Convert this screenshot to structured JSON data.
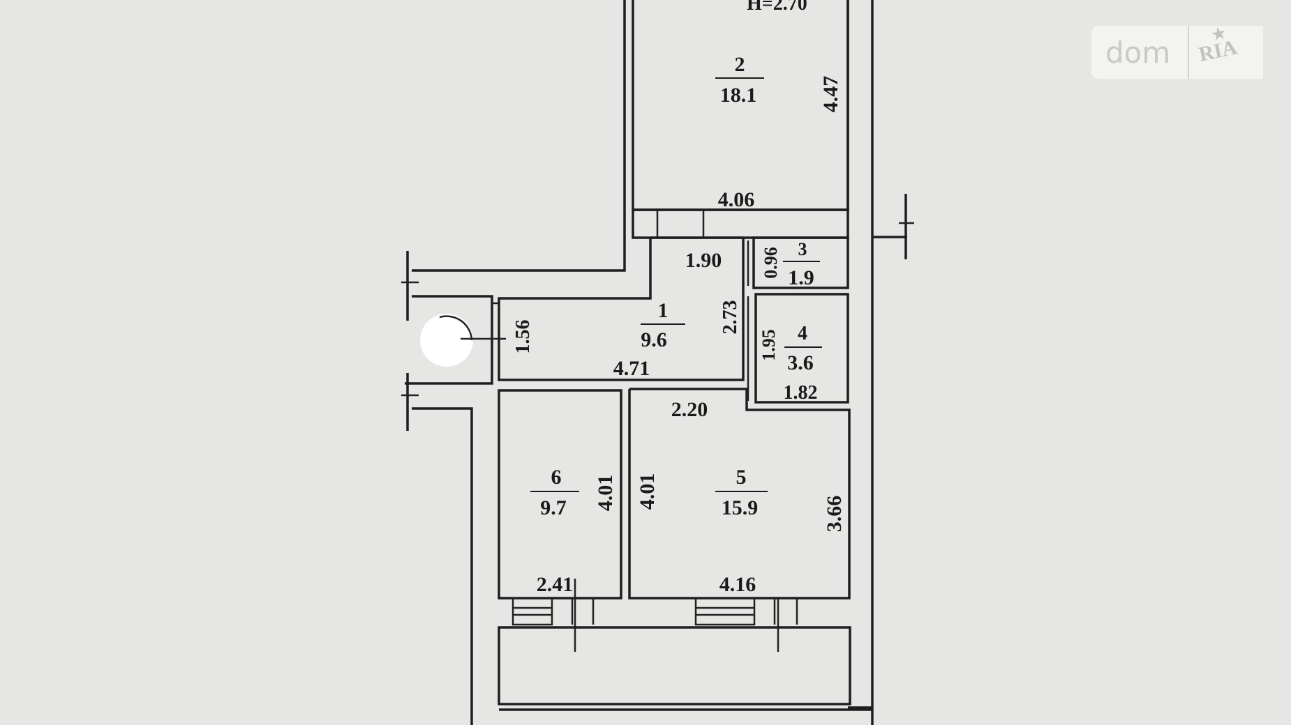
{
  "plan": {
    "ceiling_height": "H=2.70",
    "rooms": [
      {
        "number": "1",
        "area": "9.6",
        "dims": [
          "1.90",
          "2.73",
          "4.71",
          "1.56"
        ]
      },
      {
        "number": "2",
        "area": "18.1",
        "dims": [
          "4.47",
          "4.06"
        ]
      },
      {
        "number": "3",
        "area": "1.9",
        "dims": [
          "0.96"
        ]
      },
      {
        "number": "4",
        "area": "3.6",
        "dims": [
          "1.95",
          "1.82"
        ]
      },
      {
        "number": "5",
        "area": "15.9",
        "dims": [
          "2.20",
          "4.01",
          "3.66",
          "4.16"
        ]
      },
      {
        "number": "6",
        "area": "9.7",
        "dims": [
          "4.01",
          "2.41"
        ]
      }
    ]
  },
  "watermark": {
    "left": "dom",
    "right": "RIA"
  }
}
